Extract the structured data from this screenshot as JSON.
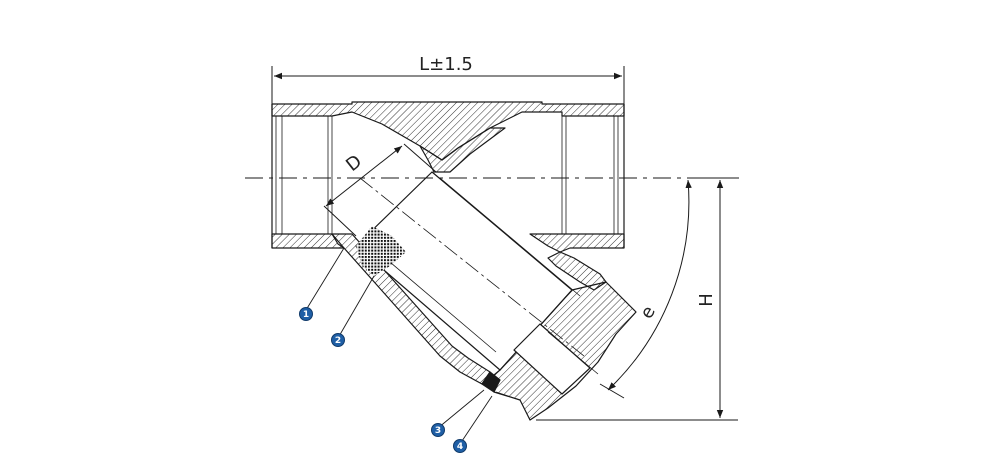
{
  "colors": {
    "line": "#1a1a1a",
    "hatch": "#333333",
    "callout_fill": "#1f5fa6",
    "callout_stroke": "#103a6a",
    "callout_text": "#ffffff",
    "mesh": "#111111"
  },
  "dimensions": {
    "length_label": "L±1.5",
    "diameter_label": "D",
    "offset_label": "e",
    "height_label": "H"
  },
  "callouts": [
    {
      "number": "1",
      "part": "body"
    },
    {
      "number": "2",
      "part": "screen"
    },
    {
      "number": "3",
      "part": "gasket"
    },
    {
      "number": "4",
      "part": "cap"
    }
  ]
}
